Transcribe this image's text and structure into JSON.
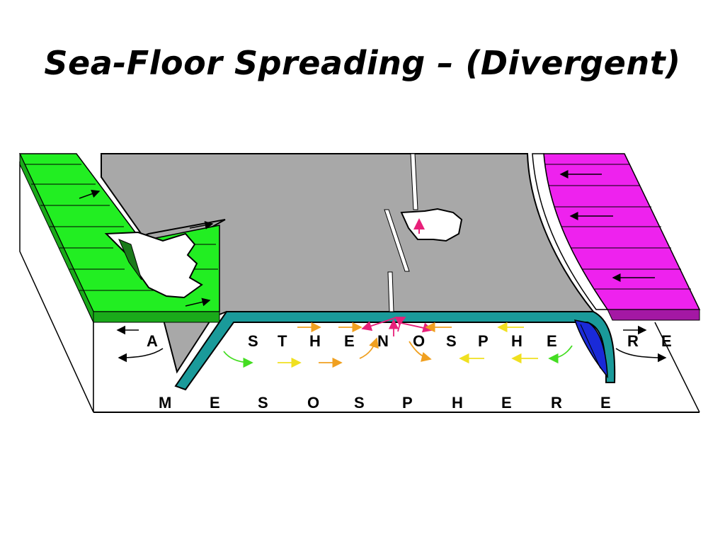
{
  "title": "Sea-Floor Spreading – (Divergent)",
  "labels": {
    "asthenosphere": [
      "A",
      "S",
      "T",
      "H",
      "E",
      "N",
      "O",
      "S",
      "P",
      "H",
      "E",
      "R",
      "E"
    ],
    "mesosphere": [
      "M",
      "E",
      "S",
      "O",
      "S",
      "P",
      "H",
      "E",
      "R",
      "E"
    ]
  },
  "colors": {
    "background": "#ffffff",
    "ocean_floor": "#a8a8a8",
    "continent_left": "#22ee22",
    "continent_right": "#ee22ee",
    "subducting_slab": "#1a9a9a",
    "slab_tip": "#1a2ad8",
    "upwelling_arrows": "#e8207a",
    "convection_warm": "#f0a020",
    "convection_mid": "#f0e020",
    "convection_cool": "#44dd22"
  }
}
